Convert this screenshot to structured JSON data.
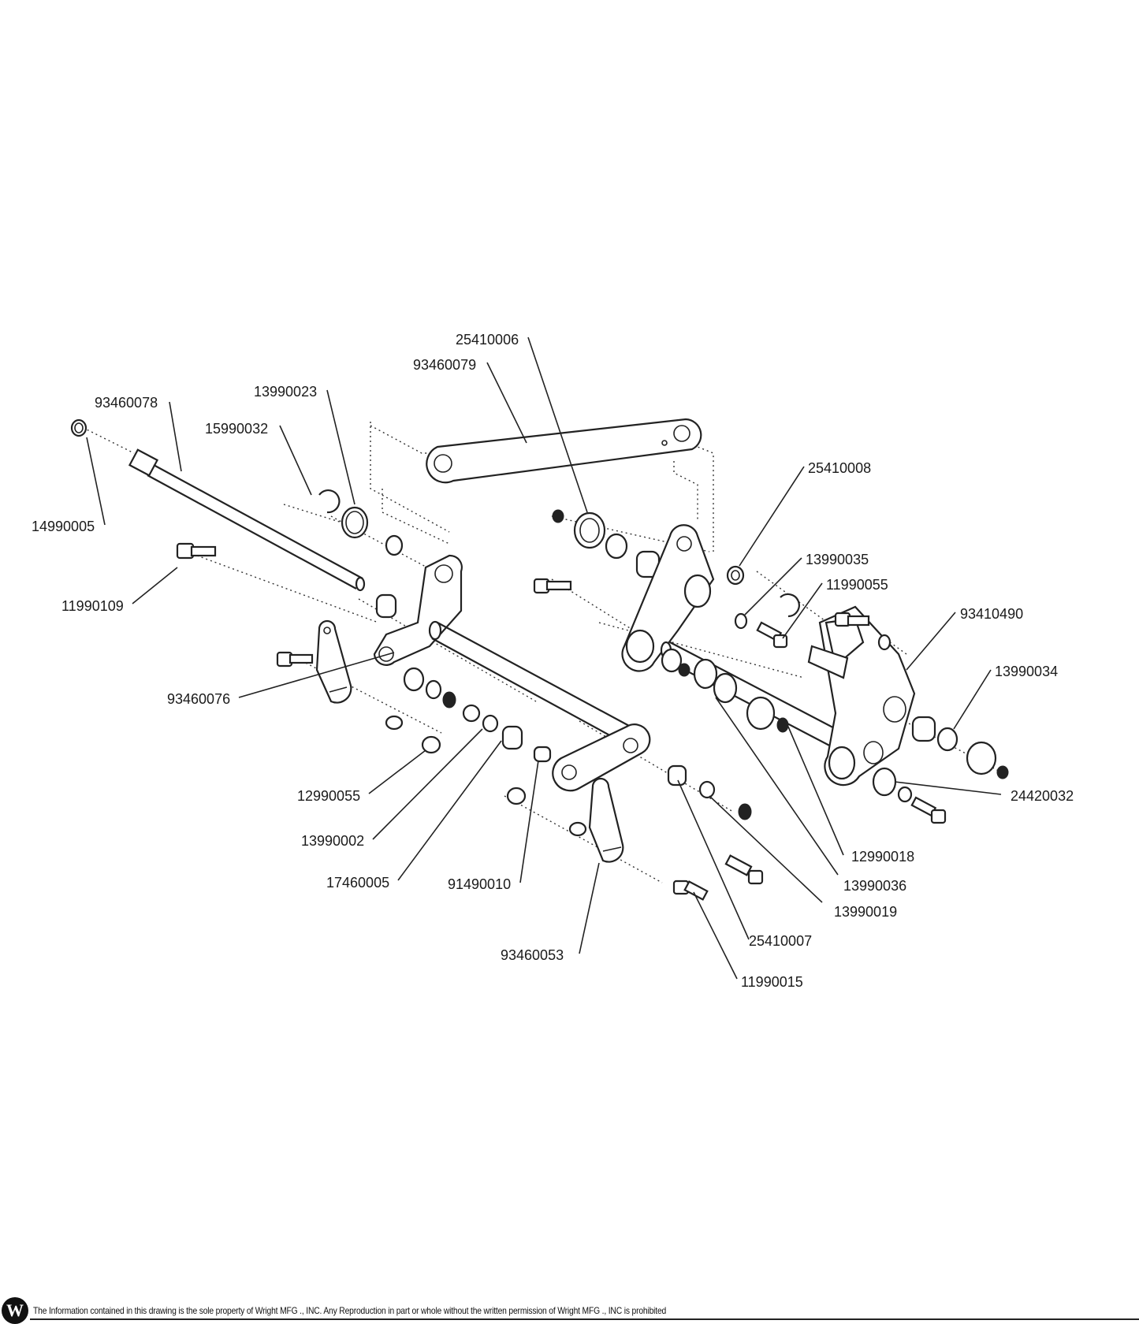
{
  "diagram": {
    "callouts": [
      {
        "id": "c01",
        "text": "25410006"
      },
      {
        "id": "c02",
        "text": "93460079"
      },
      {
        "id": "c03",
        "text": "13990023"
      },
      {
        "id": "c04",
        "text": "93460078"
      },
      {
        "id": "c05",
        "text": "15990032"
      },
      {
        "id": "c06",
        "text": "25410008"
      },
      {
        "id": "c07",
        "text": "14990005"
      },
      {
        "id": "c08",
        "text": "13990035"
      },
      {
        "id": "c09",
        "text": "11990055"
      },
      {
        "id": "c10",
        "text": "11990109"
      },
      {
        "id": "c11",
        "text": "93410490"
      },
      {
        "id": "c12",
        "text": "13990034"
      },
      {
        "id": "c13",
        "text": "93460076"
      },
      {
        "id": "c14",
        "text": "24420032"
      },
      {
        "id": "c15",
        "text": "12990055"
      },
      {
        "id": "c16",
        "text": "12990018"
      },
      {
        "id": "c17",
        "text": "13990002"
      },
      {
        "id": "c18",
        "text": "13990036"
      },
      {
        "id": "c19",
        "text": "17460005"
      },
      {
        "id": "c20",
        "text": "91490010"
      },
      {
        "id": "c21",
        "text": "13990019"
      },
      {
        "id": "c22",
        "text": "25410007"
      },
      {
        "id": "c23",
        "text": "93460053"
      },
      {
        "id": "c24",
        "text": "11990015"
      }
    ]
  },
  "footer": {
    "logo_icon": "wright-logo-icon",
    "logo_letter": "W",
    "notice": "The Information contained in this drawing is the sole property of Wright MFG ., INC. Any Reproduction in part or whole without the written permission of Wright MFG ., INC is prohibited"
  }
}
